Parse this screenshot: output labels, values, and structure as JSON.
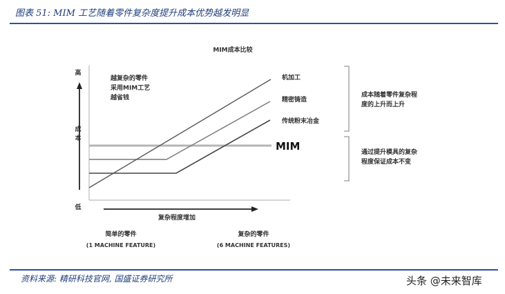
{
  "figure": {
    "title": "图表 51:  MIM 工艺随着零件复杂度提升成本优势越发明显",
    "source": "资料来源:  精研科技官网, 国盛证券研究所",
    "watermark": "头条 @未来智库"
  },
  "diagram": {
    "title": "MIM成本比较",
    "y_axis": {
      "label": "成本",
      "high": "高",
      "low": "低"
    },
    "x_axis": {
      "label": "复杂程度增加"
    },
    "annotation_left": [
      "越复杂的零件",
      "采用MIM工艺",
      "越省钱"
    ],
    "series_labels": {
      "machining": "机加工",
      "precision_casting": "精密铸造",
      "powder_metallurgy": "传统粉末冶金",
      "mim": "MIM"
    },
    "bracket_upper_text": [
      "成本随着零件复杂程",
      "度的上升而上升"
    ],
    "bracket_lower_text": [
      "通过提升模具的复杂",
      "程度保证成本不变"
    ],
    "x_left": {
      "title": "简单的零件",
      "sub": "(1 MACHINE FEATURE)"
    },
    "x_right": {
      "title": "复杂的零件",
      "sub": "(6 MACHINE FEATURES)"
    }
  },
  "chart_data": {
    "type": "line",
    "title": "MIM成本比较",
    "xlabel": "复杂程度增加",
    "ylabel": "成本",
    "x_range": [
      "简单的零件 (1 MACHINE FEATURE)",
      "复杂的零件 (6 MACHINE FEATURES)"
    ],
    "y_range": [
      "低",
      "高"
    ],
    "series": [
      {
        "name": "机加工",
        "shape": "linear rising from low to highest",
        "points": [
          [
            0,
            0.1
          ],
          [
            1,
            1.0
          ]
        ]
      },
      {
        "name": "精密铸造",
        "shape": "flat then rising",
        "points": [
          [
            0,
            0.38
          ],
          [
            0.42,
            0.38
          ],
          [
            1,
            0.84
          ]
        ]
      },
      {
        "name": "传统粉末冶金",
        "shape": "flat then rising",
        "points": [
          [
            0,
            0.27
          ],
          [
            0.47,
            0.27
          ],
          [
            1,
            0.72
          ]
        ]
      },
      {
        "name": "MIM",
        "shape": "constant",
        "points": [
          [
            0,
            0.5
          ],
          [
            1,
            0.5
          ]
        ]
      }
    ],
    "annotations": [
      "越复杂的零件采用MIM工艺越省钱",
      "成本随着零件复杂程度的上升而上升",
      "通过提升模具的复杂程度保证成本不变"
    ]
  }
}
